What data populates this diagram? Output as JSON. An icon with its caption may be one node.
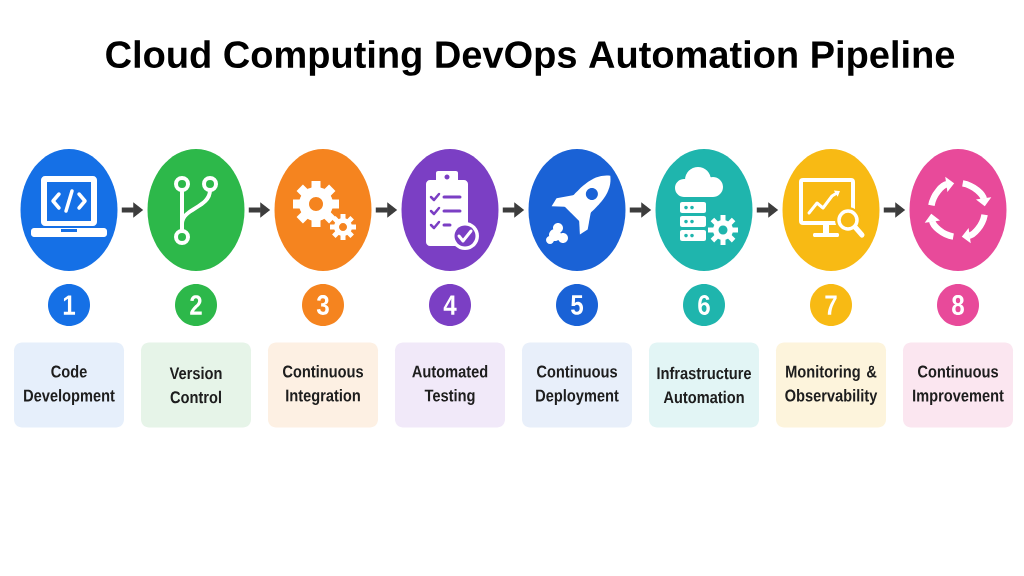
{
  "diagram": {
    "title": "Cloud Computing DevOps Automation Pipeline",
    "nodes": [
      {
        "text": [],
        "shape": "ellipse"
      },
      {
        "text": [],
        "shape": "ellipse"
      },
      {
        "text": [],
        "shape": "ellipse"
      },
      {
        "text": [],
        "shape": "ellipse"
      },
      {
        "text": [],
        "shape": "ellipse"
      },
      {
        "text": [],
        "shape": "ellipse"
      },
      {
        "text": [],
        "shape": "ellipse"
      },
      {
        "text": [],
        "shape": "ellipse"
      },
      {
        "text": [
          "1"
        ]
      },
      {
        "text": [
          "2"
        ]
      },
      {
        "text": [
          "3"
        ]
      },
      {
        "text": [
          "4"
        ]
      },
      {
        "text": [
          "5"
        ]
      },
      {
        "text": [
          "6"
        ]
      },
      {
        "text": [
          "7"
        ]
      },
      {
        "text": [
          "8"
        ]
      },
      {
        "text": [
          "Code Development"
        ]
      },
      {
        "text": [
          "Version Control"
        ]
      },
      {
        "text": [
          "Continuous Integration"
        ]
      },
      {
        "text": [
          "Automated Testing"
        ]
      },
      {
        "text": [
          "Continuous Deployment"
        ]
      },
      {
        "text": [
          "Infrastructure Automation"
        ]
      },
      {
        "text": [
          "Monitoring & Observability"
        ]
      },
      {
        "text": [
          "Continuous Improvement"
        ]
      }
    ],
    "edges": [
      {
        "from": 0,
        "to": 1,
        "arrow": "to"
      },
      {
        "from": 1,
        "to": 2,
        "arrow": "to"
      },
      {
        "from": 2,
        "to": 3,
        "arrow": "to"
      },
      {
        "from": 3,
        "to": 4,
        "arrow": "to"
      },
      {
        "from": 4,
        "to": 5,
        "arrow": "to"
      },
      {
        "from": 5,
        "to": 6,
        "arrow": "to"
      },
      {
        "from": 6,
        "to": 7,
        "arrow": "to"
      }
    ]
  }
}
